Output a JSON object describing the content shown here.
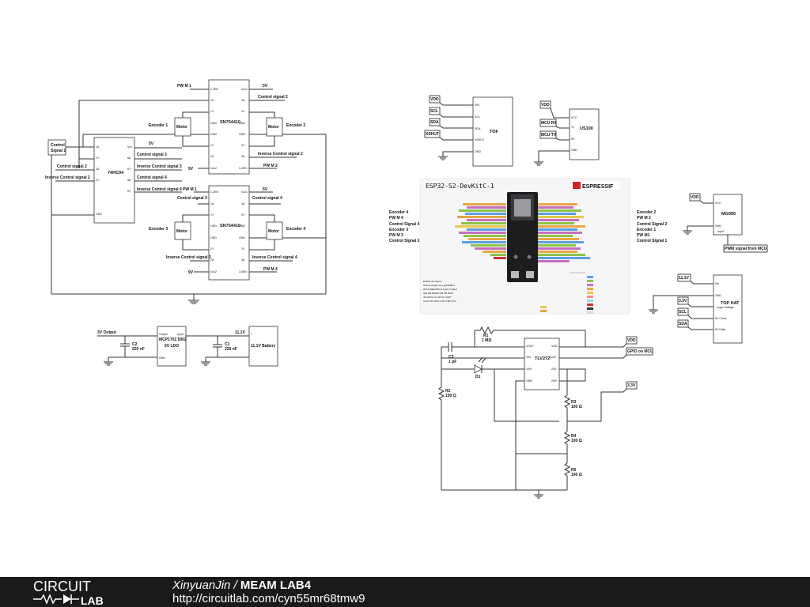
{
  "labels": {
    "pwm1a": "PW M 1",
    "pwm1b": "PW M 1",
    "pwm2": "PW M 2",
    "pwm3": "PW M 3",
    "pwm4": "PW M 4",
    "v5a": "5V",
    "v5b": "5V",
    "v9a": "9V",
    "v9b": "9V",
    "cs1": "Control signal 1",
    "cs2": "Control signal 2",
    "cs2b": "Control signal 2",
    "cs3": "Control signal 3",
    "cs3b": "Control signal 3",
    "cs4": "Control signal 4",
    "cs4b": "Control signal 4",
    "ics2": "Inverse Control signal 2",
    "ics2b": "Inverse Control signal 2",
    "ics3": "Inverse Control signal 3",
    "ics3b": "Inverse Control signal 3",
    "ics4": "Inverse Control signal 4",
    "ics4b": "Inverse Control signal 4",
    "enc1": "Encoder 1",
    "enc2": "Encoder 2",
    "enc3": "Encoder 3",
    "enc4": "Encoder 4",
    "motor": "Motor",
    "hbridge": "SN754410",
    "inverter": "74HC04",
    "ctrl_signal_box": [
      "Control",
      "Signal 1"
    ],
    "v3out": "3V Output",
    "ldo_line1": "MCP1702 5002",
    "ldo_line2": "5V LDO",
    "c2": "C2",
    "c2v": "220 nF",
    "c1": "C1",
    "c1v": "220 nF",
    "battery": "11.1V Battery",
    "v111": "11.1V",
    "vdd": "VDD",
    "scl": "SCL",
    "sda": "SDA",
    "xshut": "XSHUT",
    "tof": "TOF",
    "mcu_rx": "MCU RX",
    "mcu_tx": "MCU TX",
    "us100": "US100",
    "mg995": "MG995",
    "pwm_from_mcu": "PWM signal from MCU",
    "v33": "3.3V",
    "top_hat": "TOP HAT",
    "logic_voltage": "Logic Voltage",
    "gpio_mcu": "GPIO on MCU",
    "r1": "R1",
    "r1v": "1 MΩ",
    "c3": "C3",
    "c3v": "1 pF",
    "d1": "D1",
    "r2": "R2",
    "r2v": "100 Ω",
    "r3": "R3",
    "r3v": "100 Ω",
    "r4": "R4",
    "r4v": "100 Ω",
    "r5": "R5",
    "r5v": "100 Ω",
    "tlv": "TLV272",
    "esp_title": "ESP32-S2-DevKitC-1",
    "espressif": "ESPRESSIF",
    "esp_left": [
      "Encoder 4",
      "PW M 4",
      "Control Signal 4",
      "Encoder 3",
      "PW M 3",
      "Control Signal 3"
    ],
    "esp_right": [
      "Encoder 2",
      "PW M 2",
      "Control Signal 2",
      "Encoder 1",
      "PW M1",
      "Control Signal 1"
    ]
  },
  "footer": {
    "logo_top": "CIRCUIT",
    "logo_bottom": "LAB",
    "author": "XinyuanJin",
    "separator": " / ",
    "project": "MEAM LAB4",
    "url": "http://circuitlab.com/cyn55mr68tmw9"
  }
}
